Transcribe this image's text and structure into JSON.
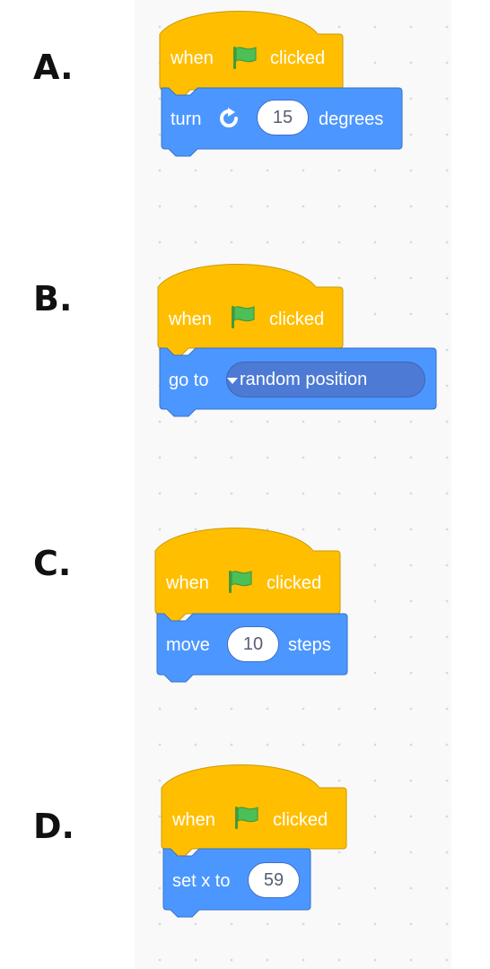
{
  "options": [
    {
      "letter": "A.",
      "hat": {
        "word1": "when",
        "icon": "green-flag-icon",
        "word2": "clicked"
      },
      "block": {
        "label": "turn",
        "icon": "turn-right-icon",
        "value": "15",
        "suffix": "degrees"
      }
    },
    {
      "letter": "B.",
      "hat": {
        "word1": "when",
        "icon": "green-flag-icon",
        "word2": "clicked"
      },
      "block": {
        "label": "go to",
        "dropdown": "random position"
      }
    },
    {
      "letter": "C.",
      "hat": {
        "word1": "when",
        "icon": "green-flag-icon",
        "word2": "clicked"
      },
      "block": {
        "label": "move",
        "value": "10",
        "suffix": "steps"
      }
    },
    {
      "letter": "D.",
      "hat": {
        "word1": "when",
        "icon": "green-flag-icon",
        "word2": "clicked"
      },
      "block": {
        "label": "set x to",
        "value": "59"
      }
    }
  ],
  "colors": {
    "events_block": "#ffbf00",
    "events_border": "#cc9900",
    "motion_block": "#4c97ff",
    "motion_border": "#3373cc",
    "flag_green": "#4cbf56",
    "workspace": "#f9f9f9"
  }
}
